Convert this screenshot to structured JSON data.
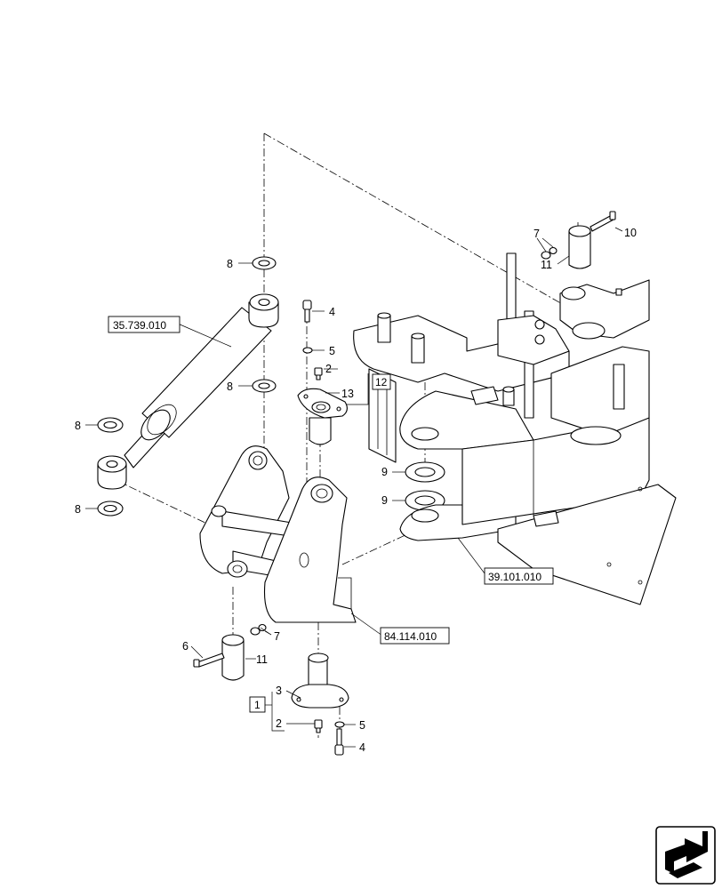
{
  "callouts": {
    "c8a": "8",
    "c8b": "8",
    "c8c": "8",
    "c8d": "8",
    "c4top": "4",
    "c5top": "5",
    "c2top": "2",
    "c13": "13",
    "c12": "12",
    "c7top": "7",
    "c10": "10",
    "c11top": "11",
    "c9a": "9",
    "c9b": "9",
    "c6": "6",
    "c7bot": "7",
    "c11bot": "11",
    "c3": "3",
    "c1": "1",
    "c2bot": "2",
    "c5bot": "5",
    "c4bot": "4"
  },
  "refs": {
    "cylinder": "35.739.010",
    "frame": "39.101.010",
    "bracket": "84.114.010"
  },
  "icons": {
    "nav": "exploded-view-arrow-icon"
  }
}
